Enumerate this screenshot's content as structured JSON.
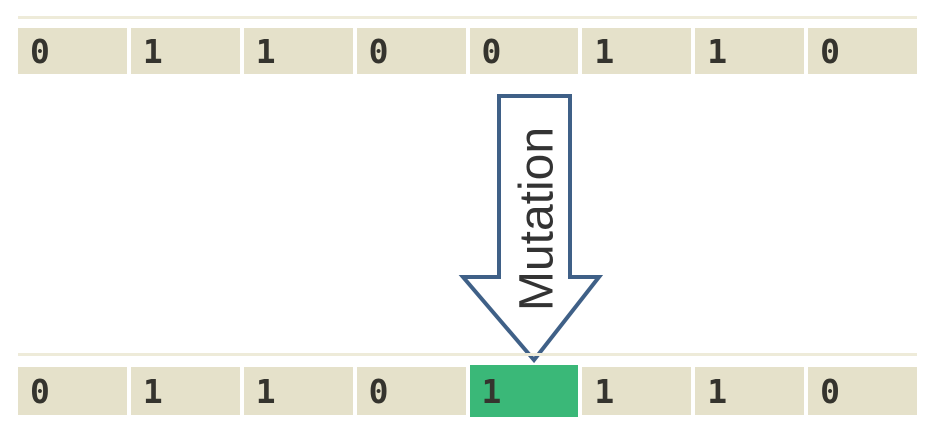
{
  "diagram": {
    "arrow": {
      "label": "Mutation"
    },
    "top_row": {
      "bits": [
        "0",
        "1",
        "1",
        "0",
        "0",
        "1",
        "1",
        "0"
      ]
    },
    "bottom_row": {
      "bits": [
        "0",
        "1",
        "1",
        "0",
        "1",
        "1",
        "1",
        "0"
      ],
      "mutated_index": 4
    },
    "colors": {
      "cell_background": "#e5e1ca",
      "mutated_cell_background": "#3ab878",
      "arrow_outline": "#3f6087",
      "arrow_fill": "#ffffff",
      "digit_text": "#35342e",
      "label_text": "#333333"
    }
  }
}
